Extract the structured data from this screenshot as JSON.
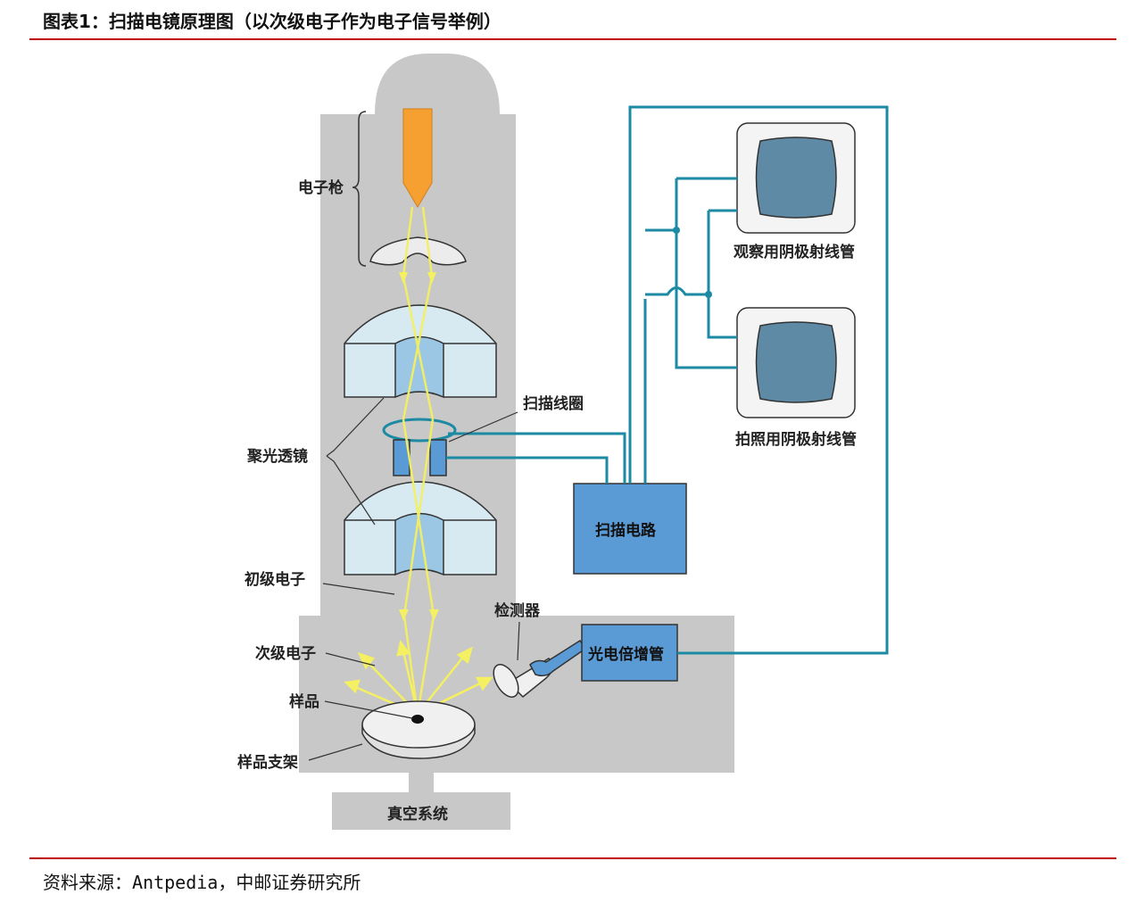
{
  "title": "图表1：扫描电镜原理图（以次级电子作为电子信号举例）",
  "source": "资料来源：Antpedia，中邮证券研究所",
  "labels": {
    "gun": "电子枪",
    "condenser": "聚光透镜",
    "primary": "初级电子",
    "secondary": "次级电子",
    "sample": "样品",
    "holder": "样品支架",
    "vacuum": "真空系统",
    "coils": "扫描线圈",
    "circuit": "扫描电路",
    "detector": "检测器",
    "pmt": "光电倍增管",
    "crt_view": "观察用阴极射线管",
    "crt_photo": "拍照用阴极射线管"
  },
  "colors": {
    "red_rule": "#c00000",
    "column": "#c8c8c8",
    "wire": "#1d8aa3",
    "box": "#5b9bd5",
    "beam": "#f4f061",
    "gun": "#f5a030"
  }
}
